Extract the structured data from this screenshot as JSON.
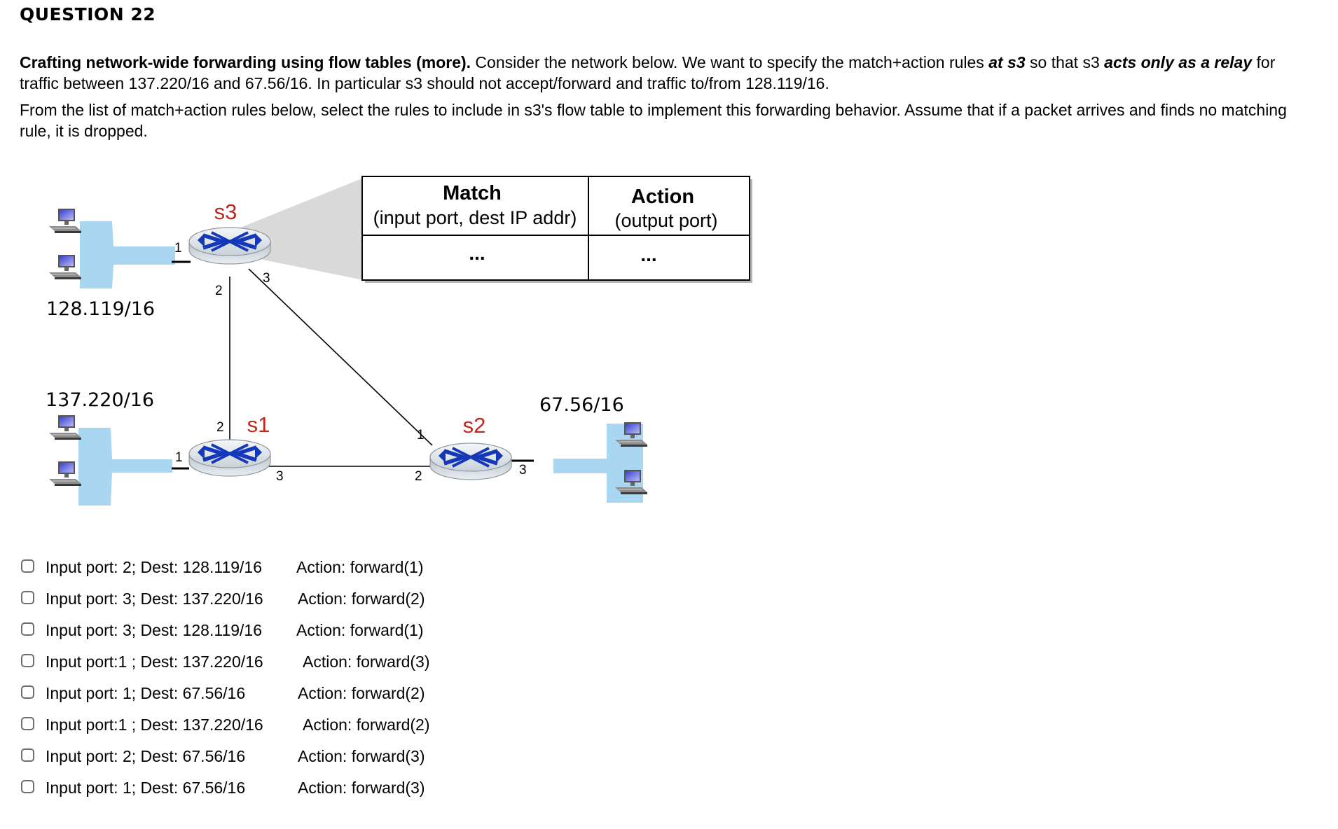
{
  "question": {
    "heading": "QUESTION 22"
  },
  "prompt": {
    "title": "Crafting network-wide forwarding using flow tables (more).",
    "t1": " Consider the network below.  We want to specify the match+action rules ",
    "e1": "at s3",
    "t2": " so that s3 ",
    "e2": "acts only as a relay",
    "t3": " for traffic between 137.220/16 and 67.56/16.  In particular s3 should not accept/forward and traffic to/from 128.119/16.",
    "p2": "From the list of match+action rules below, select the rules to include in s3's flow table to implement this forwarding behavior. Assume that if a packet arrives and finds no matching rule, it is dropped."
  },
  "diagram": {
    "switches": {
      "s3": "s3",
      "s1": "s1",
      "s2": "s2"
    },
    "subnets": {
      "a": "128.119/16",
      "b": "137.220/16",
      "c": "67.56/16"
    },
    "ports": {
      "s3_1": "1",
      "s3_2": "2",
      "s3_3": "3",
      "s1_1": "1",
      "s1_2": "2",
      "s1_3": "3",
      "s2_1": "1",
      "s2_2": "2",
      "s2_3": "3"
    },
    "table": {
      "match_title": "Match",
      "match_sub": "(input port, dest IP addr)",
      "action_title": "Action",
      "action_sub": "(output port)",
      "match_cell": "...",
      "action_cell": "..."
    },
    "colors": {
      "switch_label": "#c0281e",
      "lan": "#a9d7f2",
      "router": "#d5dce2",
      "router_arrows": "#1438b8"
    }
  },
  "options": [
    {
      "rule": "Input port: 2; Dest: 128.119/16",
      "action": "Action: forward(1)"
    },
    {
      "rule": "Input port: 3; Dest: 137.220/16",
      "action": "Action: forward(2)"
    },
    {
      "rule": "Input port: 3; Dest: 128.119/16",
      "action": "Action: forward(1)"
    },
    {
      "rule": "Input port:1 ; Dest: 137.220/16",
      "action": "Action: forward(3)"
    },
    {
      "rule": "Input port: 1; Dest: 67.56/16",
      "action": "Action: forward(2)"
    },
    {
      "rule": "Input port:1 ; Dest: 137.220/16",
      "action": "Action: forward(2)"
    },
    {
      "rule": "Input port: 2; Dest: 67.56/16",
      "action": "Action: forward(3)"
    },
    {
      "rule": "Input port: 1; Dest: 67.56/16",
      "action": "Action: forward(3)"
    }
  ]
}
